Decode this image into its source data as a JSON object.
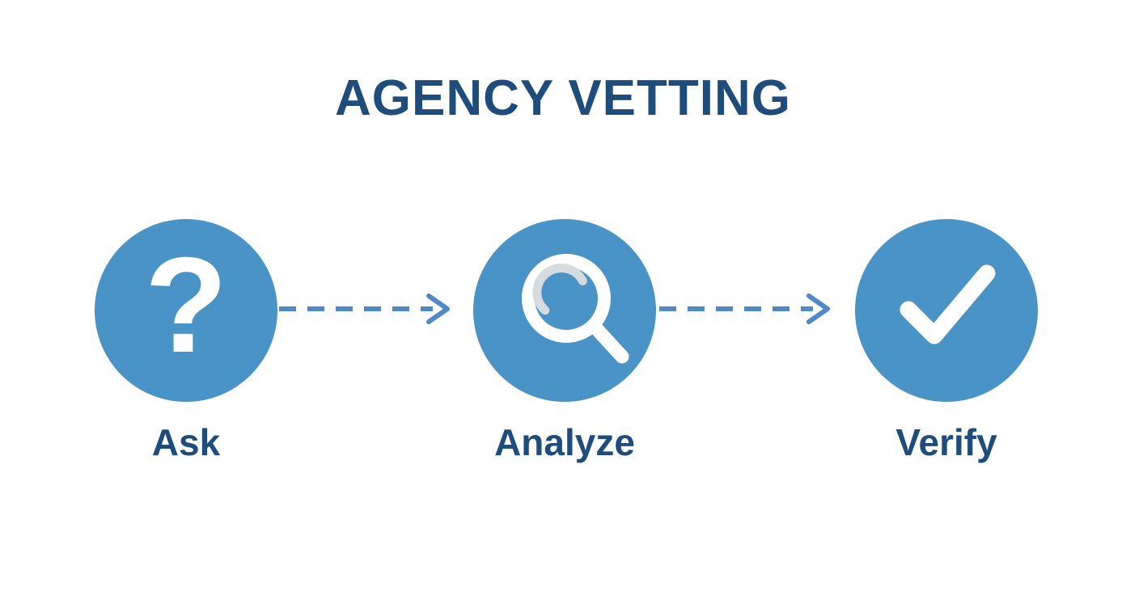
{
  "title": "AGENCY VETTING",
  "steps": [
    {
      "id": "ask",
      "label": "Ask",
      "icon": "question-mark-icon",
      "glyph": "?"
    },
    {
      "id": "analyze",
      "label": "Analyze",
      "icon": "magnifier-icon"
    },
    {
      "id": "verify",
      "label": "Verify",
      "icon": "checkmark-icon"
    }
  ],
  "connectors": [
    {
      "type": "dashed-arrow",
      "from": "Ask",
      "to": "Analyze"
    },
    {
      "type": "dashed-arrow",
      "from": "Analyze",
      "to": "Verify"
    }
  ],
  "colors": {
    "background": "#ffffff",
    "circle_fill": "#4a93c7",
    "arrow": "#5089c6",
    "title_text": "#1e4d7b",
    "label_text": "#1e4d7b",
    "icon": "#ffffff",
    "magnifier_highlight": "#d6dbdf"
  }
}
